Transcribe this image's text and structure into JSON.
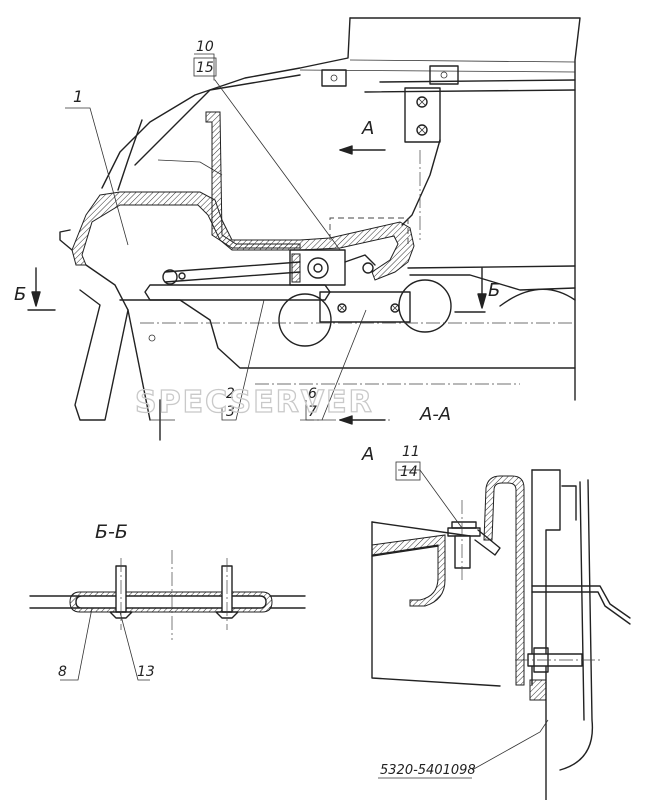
{
  "callouts": {
    "c1": "1",
    "c2": "2",
    "c3": "3",
    "c6": "6",
    "c7": "7",
    "c8": "8",
    "c10": "10",
    "c11": "11",
    "c13": "13",
    "c14": "14",
    "c15": "15"
  },
  "section_marks": {
    "a_top": "А",
    "a_bottom": "А",
    "b_left": "Б",
    "b_right": "Б"
  },
  "view_titles": {
    "section_aa": "А-А",
    "section_bb": "Б-Б"
  },
  "part_number": "5320-5401098",
  "watermark": "SPECSERVER"
}
